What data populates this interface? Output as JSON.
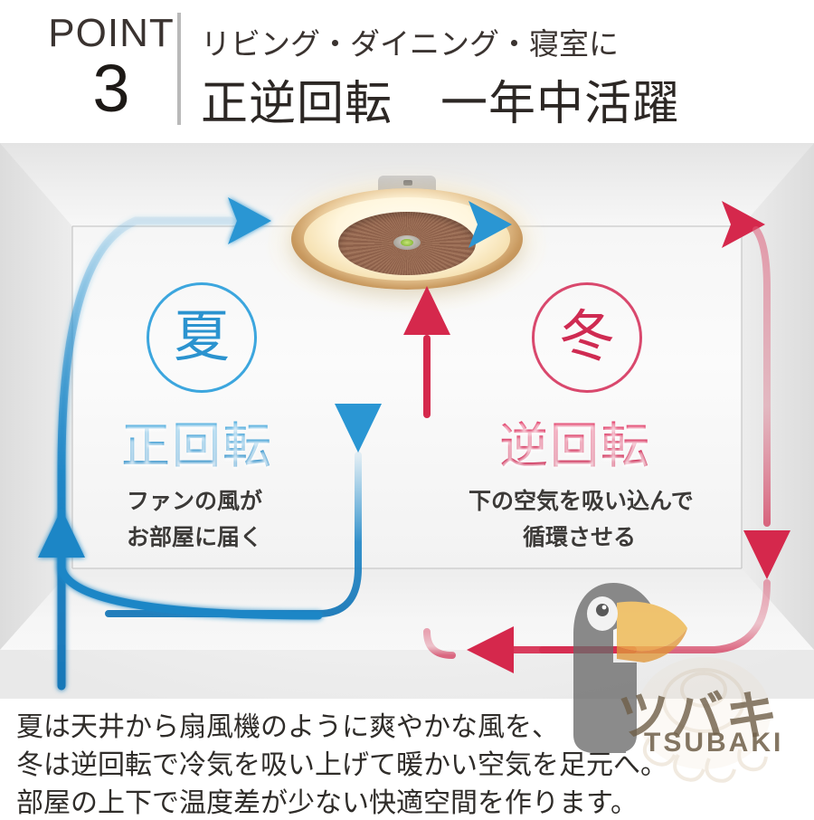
{
  "header": {
    "point_word": "POINT",
    "point_number": "3",
    "subtitle": "リビング・ダイニング・寝室に",
    "title": "正逆回転　一年中活躍"
  },
  "diagram": {
    "summer": {
      "badge": "夏",
      "rotation_label": "正回転",
      "caption_line1": "ファンの風が",
      "caption_line2": "お部屋に届く",
      "color": "#2b95d2"
    },
    "winter": {
      "badge": "冬",
      "rotation_label": "逆回転",
      "caption_line1": "下の空気を吸い込んで",
      "caption_line2": "循環させる",
      "color": "#d22450"
    }
  },
  "bottom_copy": {
    "line1": "夏は天井から扇風機のように爽やかな風を、",
    "line2": "冬は逆回転で冷気を吸い上げて暖かい空気を足元へ。",
    "line3": "部屋の上下で温度差が少ない快適空間を作ります。"
  },
  "watermark": {
    "kana": "ツバキ",
    "roman": "TSUBAKI",
    "color": "#6f5f48"
  }
}
